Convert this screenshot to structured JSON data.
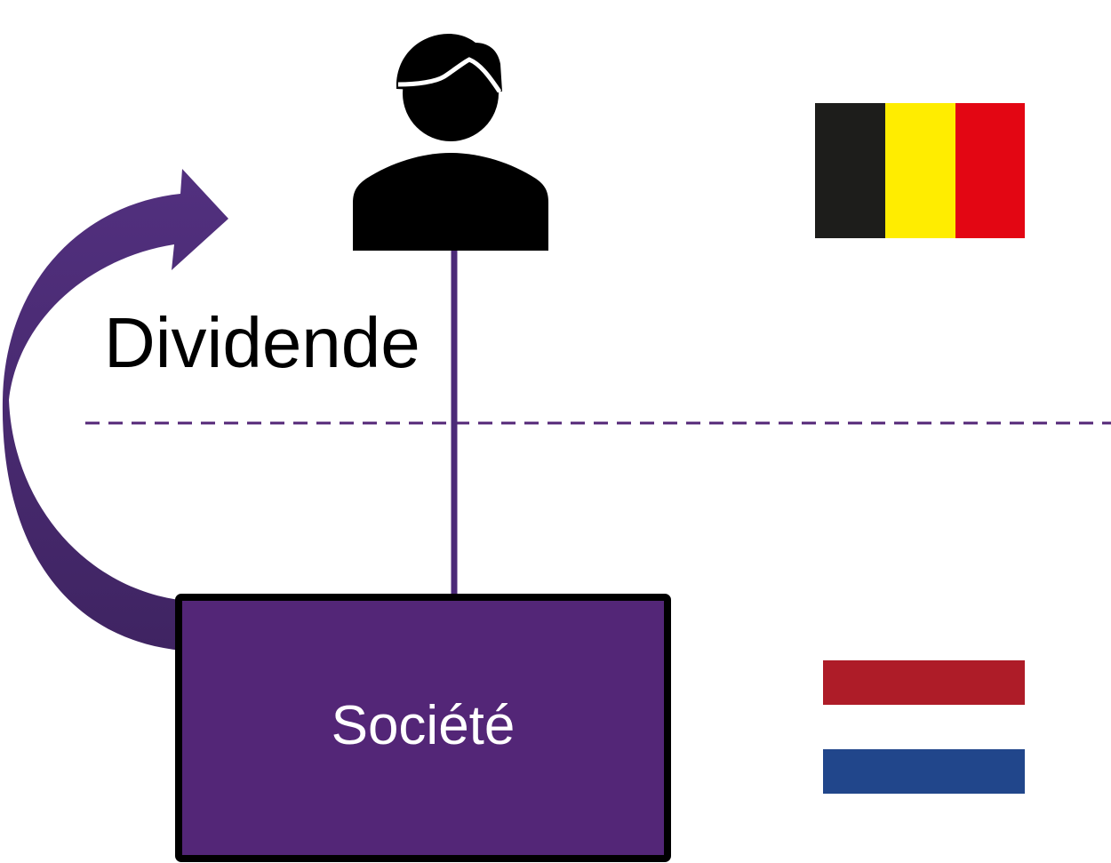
{
  "labels": {
    "flow": "Dividende",
    "entity": "Société"
  },
  "icons": {
    "person": "person-icon",
    "flag_top": "belgium-flag",
    "flag_bottom": "netherlands-flag"
  },
  "colors": {
    "purple": "#532677",
    "arrow_top": "#52307f",
    "arrow_bottom": "#3f2462",
    "belgium": [
      "#1d1d1b",
      "#ffed00",
      "#e30613"
    ],
    "netherlands": [
      "#ae1c28",
      "#ffffff",
      "#21468b"
    ]
  }
}
